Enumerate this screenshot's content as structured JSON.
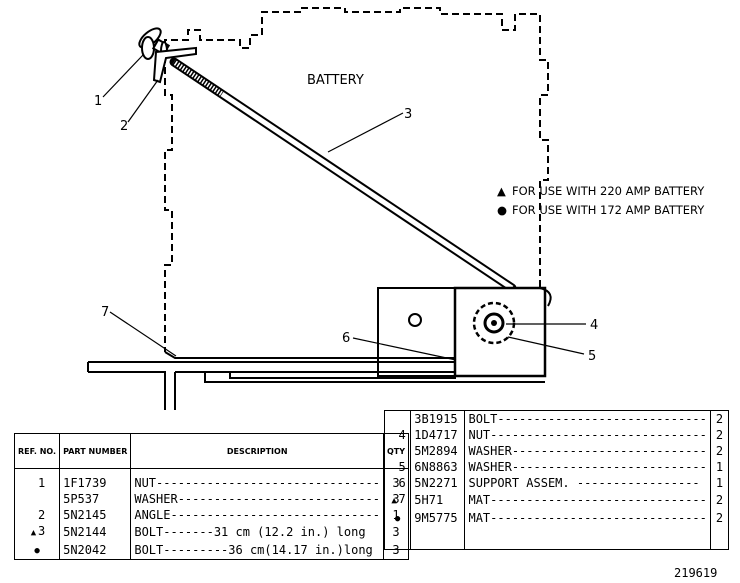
{
  "diagram": {
    "battery_label": "BATTERY",
    "callouts": [
      "1",
      "2",
      "3",
      "4",
      "5",
      "6",
      "7"
    ],
    "legend": [
      {
        "marker": "▲",
        "text": "FOR USE WITH 220 AMP BATTERY"
      },
      {
        "marker": "●",
        "text": "FOR USE WITH 172 AMP BATTERY"
      }
    ]
  },
  "table_left": {
    "headers": {
      "ref": "REF. NO.",
      "part": "PART NUMBER",
      "desc": "DESCRIPTION",
      "qty": "QTY"
    },
    "rows": [
      {
        "marker": "",
        "ref": "1",
        "part": "1F1739",
        "desc": "NUT-------------------------------",
        "qty": "3"
      },
      {
        "marker": "",
        "ref": "",
        "part": "5P537",
        "desc": "WASHER----------------------------",
        "qty": "3"
      },
      {
        "marker": "",
        "ref": "2",
        "part": "5N2145",
        "desc": "ANGLE-----------------------------",
        "qty": "1"
      },
      {
        "marker": "▲",
        "ref": "3",
        "part": "5N2144",
        "desc": "BOLT-------31 cm (12.2 in.) long",
        "qty": "3"
      },
      {
        "marker": "●",
        "ref": "",
        "part": "5N2042",
        "desc": "BOLT---------36 cm(14.17 in.)long",
        "qty": "3"
      }
    ]
  },
  "table_right": {
    "rows": [
      {
        "marker": "",
        "ref": "",
        "part": "3B1915",
        "desc": "BOLT-----------------------------",
        "qty": "2"
      },
      {
        "marker": "",
        "ref": "4",
        "part": "1D4717",
        "desc": "NUT------------------------------",
        "qty": "2"
      },
      {
        "marker": "",
        "ref": "",
        "part": "5M2894",
        "desc": "WASHER---------------------------",
        "qty": "2"
      },
      {
        "marker": "",
        "ref": "5",
        "part": "6N8863",
        "desc": "WASHER---------------------------",
        "qty": "1"
      },
      {
        "marker": "",
        "ref": "6",
        "part": "5N2271",
        "desc": "SUPPORT ASSEM. -----------------",
        "qty": "1"
      },
      {
        "marker": "▲",
        "ref": "7",
        "part": "5H71",
        "desc": "MAT------------------------------",
        "qty": "2"
      },
      {
        "marker": "●",
        "ref": "",
        "part": "9M5775",
        "desc": "MAT------------------------------",
        "qty": "2"
      }
    ]
  },
  "figure_number": "219619"
}
